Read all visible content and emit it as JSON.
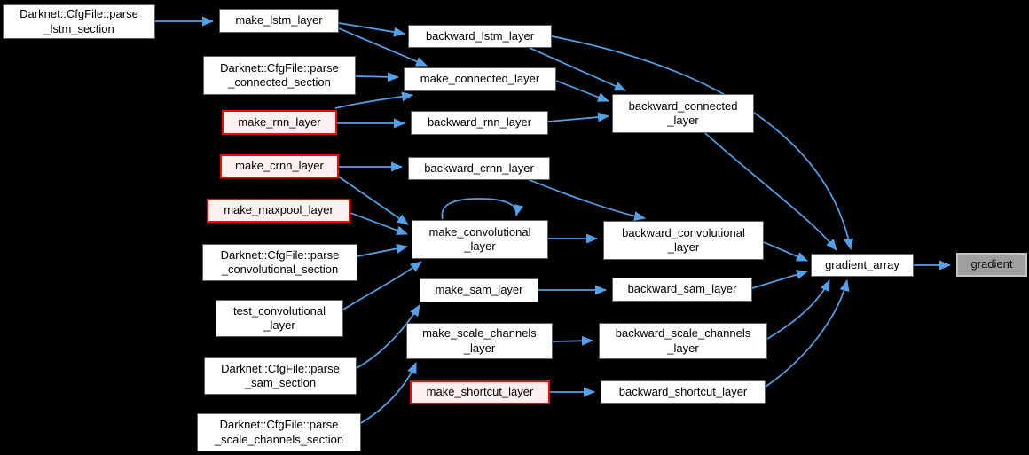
{
  "diagram": {
    "kind": "doxygen-call-graph",
    "colors": {
      "background": "#000000",
      "edge": "#54a1e8",
      "node_fill": "#ffffff",
      "node_border": "#5f5f5f",
      "highlight_fill": "#fff0f0",
      "highlight_border": "#ff0000",
      "current_node_fill": "#9f9f9f",
      "current_node_border": "#c2c2c2"
    }
  },
  "nodes": {
    "parse_lstm_section": {
      "label": "Darknet::CfgFile::parse\n_lstm_section"
    },
    "make_lstm_layer": {
      "label": "make_lstm_layer"
    },
    "backward_lstm_layer": {
      "label": "backward_lstm_layer"
    },
    "parse_connected_section": {
      "label": "Darknet::CfgFile::parse\n_connected_section"
    },
    "make_connected_layer": {
      "label": "make_connected_layer"
    },
    "make_rnn_layer": {
      "label": "make_rnn_layer"
    },
    "backward_rnn_layer": {
      "label": "backward_rnn_layer"
    },
    "make_crnn_layer": {
      "label": "make_crnn_layer"
    },
    "backward_crnn_layer": {
      "label": "backward_crnn_layer"
    },
    "make_maxpool_layer": {
      "label": "make_maxpool_layer"
    },
    "make_convolutional_layer": {
      "label": "make_convolutional\n_layer"
    },
    "parse_convolutional_section": {
      "label": "Darknet::CfgFile::parse\n_convolutional_section"
    },
    "test_convolutional_layer": {
      "label": "test_convolutional\n_layer"
    },
    "make_sam_layer": {
      "label": "make_sam_layer"
    },
    "backward_sam_layer": {
      "label": "backward_sam_layer"
    },
    "backward_convolutional_layer": {
      "label": "backward_convolutional\n_layer"
    },
    "backward_connected_layer": {
      "label": "backward_connected\n_layer"
    },
    "parse_sam_section": {
      "label": "Darknet::CfgFile::parse\n_sam_section"
    },
    "make_scale_channels_layer": {
      "label": "make_scale_channels\n_layer"
    },
    "backward_scale_channels_layer": {
      "label": "backward_scale_channels\n_layer"
    },
    "parse_scale_channels_section": {
      "label": "Darknet::CfgFile::parse\n_scale_channels_section"
    },
    "make_shortcut_layer": {
      "label": "make_shortcut_layer"
    },
    "backward_shortcut_layer": {
      "label": "backward_shortcut_layer"
    },
    "gradient_array": {
      "label": "gradient_array"
    },
    "gradient": {
      "label": "gradient"
    }
  },
  "edges": [
    {
      "from": "parse_lstm_section",
      "to": "make_lstm_layer"
    },
    {
      "from": "make_lstm_layer",
      "to": "backward_lstm_layer"
    },
    {
      "from": "make_lstm_layer",
      "to": "make_connected_layer"
    },
    {
      "from": "backward_lstm_layer",
      "to": "backward_connected_layer"
    },
    {
      "from": "backward_lstm_layer",
      "to": "gradient_array"
    },
    {
      "from": "parse_connected_section",
      "to": "make_connected_layer"
    },
    {
      "from": "make_rnn_layer",
      "to": "make_connected_layer"
    },
    {
      "from": "make_rnn_layer",
      "to": "backward_rnn_layer"
    },
    {
      "from": "make_connected_layer",
      "to": "backward_connected_layer"
    },
    {
      "from": "backward_rnn_layer",
      "to": "backward_connected_layer"
    },
    {
      "from": "backward_connected_layer",
      "to": "gradient_array"
    },
    {
      "from": "make_crnn_layer",
      "to": "backward_crnn_layer"
    },
    {
      "from": "make_crnn_layer",
      "to": "make_convolutional_layer"
    },
    {
      "from": "backward_crnn_layer",
      "to": "backward_convolutional_layer"
    },
    {
      "from": "make_maxpool_layer",
      "to": "make_convolutional_layer"
    },
    {
      "from": "parse_convolutional_section",
      "to": "make_convolutional_layer"
    },
    {
      "from": "test_convolutional_layer",
      "to": "make_convolutional_layer"
    },
    {
      "from": "make_convolutional_layer",
      "to": "make_convolutional_layer"
    },
    {
      "from": "make_convolutional_layer",
      "to": "backward_convolutional_layer"
    },
    {
      "from": "backward_convolutional_layer",
      "to": "gradient_array"
    },
    {
      "from": "make_sam_layer",
      "to": "backward_sam_layer"
    },
    {
      "from": "backward_sam_layer",
      "to": "gradient_array"
    },
    {
      "from": "parse_sam_section",
      "to": "make_sam_layer"
    },
    {
      "from": "make_scale_channels_layer",
      "to": "backward_scale_channels_layer"
    },
    {
      "from": "backward_scale_channels_layer",
      "to": "gradient_array"
    },
    {
      "from": "parse_scale_channels_section",
      "to": "make_scale_channels_layer"
    },
    {
      "from": "make_shortcut_layer",
      "to": "backward_shortcut_layer"
    },
    {
      "from": "backward_shortcut_layer",
      "to": "gradient_array"
    },
    {
      "from": "gradient_array",
      "to": "gradient"
    }
  ]
}
